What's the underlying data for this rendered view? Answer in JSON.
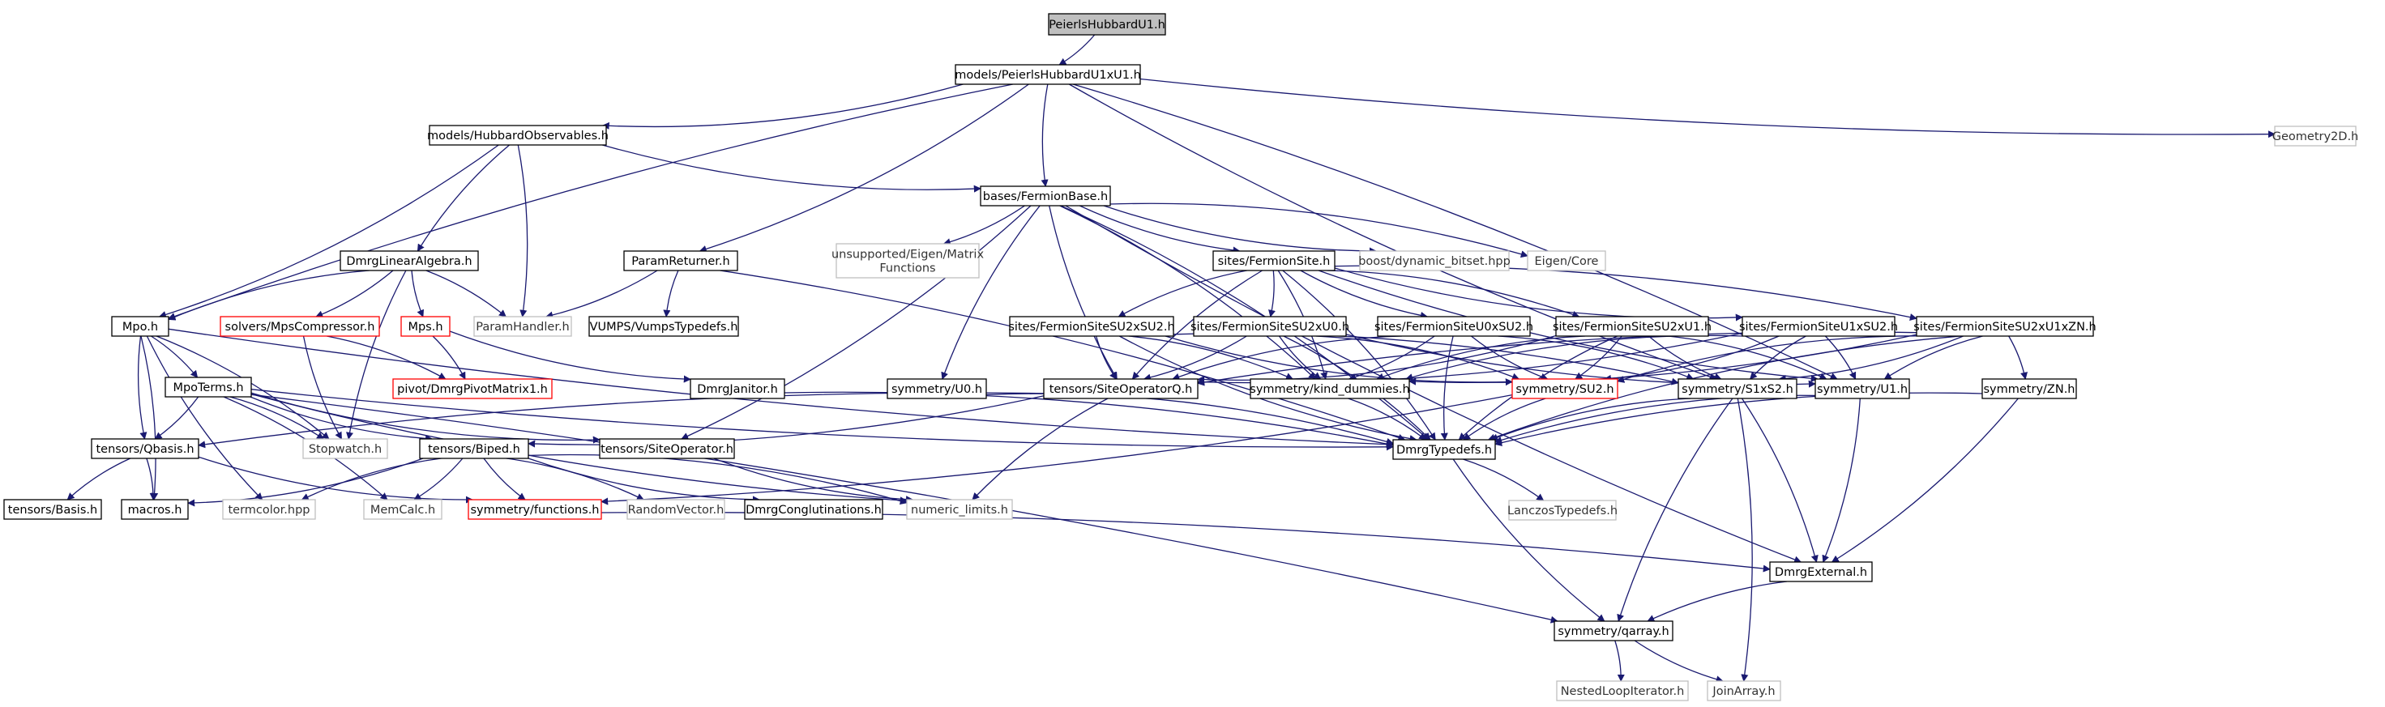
{
  "title": "PeierlsHubbardU1.h",
  "colors": {
    "edge": "#191970",
    "documented_border": "#000000",
    "undocumented_border": "#ff0000",
    "external_border": "#bfbfbf",
    "root_fill": "#bfbfbf"
  },
  "nodes": [
    {
      "id": "root",
      "label": "PeierlsHubbardU1.h",
      "kind": "root"
    },
    {
      "id": "models_peierls",
      "label": "models/PeierlsHubbardU1xU1.h",
      "kind": "doc"
    },
    {
      "id": "geometry2d",
      "label": "Geometry2D.h",
      "kind": "external"
    },
    {
      "id": "hubbard_obs",
      "label": "models/HubbardObservables.h",
      "kind": "doc"
    },
    {
      "id": "fermion_base",
      "label": "bases/FermionBase.h",
      "kind": "doc"
    },
    {
      "id": "unsupported_eigen",
      "label": "unsupported/Eigen/Matrix\nFunctions",
      "kind": "external"
    },
    {
      "id": "param_returner",
      "label": "ParamReturner.h",
      "kind": "doc"
    },
    {
      "id": "sites_fermionsite",
      "label": "sites/FermionSite.h",
      "kind": "doc"
    },
    {
      "id": "boost_bitset",
      "label": "boost/dynamic_bitset.hpp",
      "kind": "external"
    },
    {
      "id": "eigen_core",
      "label": "Eigen/Core",
      "kind": "external"
    },
    {
      "id": "dmrg_linalg",
      "label": "DmrgLinearAlgebra.h",
      "kind": "doc"
    },
    {
      "id": "mpo",
      "label": "Mpo.h",
      "kind": "doc"
    },
    {
      "id": "solvers_mpscomp",
      "label": "solvers/MpsCompressor.h",
      "kind": "undoc"
    },
    {
      "id": "mps",
      "label": "Mps.h",
      "kind": "undoc"
    },
    {
      "id": "param_handler",
      "label": "ParamHandler.h",
      "kind": "external"
    },
    {
      "id": "vumps_typedefs",
      "label": "VUMPS/VumpsTypedefs.h",
      "kind": "doc"
    },
    {
      "id": "sites_su2xsu2",
      "label": "sites/FermionSiteSU2xSU2.h",
      "kind": "doc"
    },
    {
      "id": "sites_su2xu0",
      "label": "sites/FermionSiteSU2xU0.h",
      "kind": "doc"
    },
    {
      "id": "sites_u0xsu2",
      "label": "sites/FermionSiteU0xSU2.h",
      "kind": "doc"
    },
    {
      "id": "sites_su2xu1",
      "label": "sites/FermionSiteSU2xU1.h",
      "kind": "doc"
    },
    {
      "id": "sites_u1xsu2",
      "label": "sites/FermionSiteU1xSU2.h",
      "kind": "doc"
    },
    {
      "id": "sites_su2xu1xzn",
      "label": "sites/FermionSiteSU2xU1xZN.h",
      "kind": "doc"
    },
    {
      "id": "mpoterms",
      "label": "MpoTerms.h",
      "kind": "doc"
    },
    {
      "id": "pivot_matrix",
      "label": "pivot/DmrgPivotMatrix1.h",
      "kind": "undoc"
    },
    {
      "id": "dmrg_janitor",
      "label": "DmrgJanitor.h",
      "kind": "doc"
    },
    {
      "id": "sym_u0",
      "label": "symmetry/U0.h",
      "kind": "doc"
    },
    {
      "id": "site_opq",
      "label": "tensors/SiteOperatorQ.h",
      "kind": "doc"
    },
    {
      "id": "sym_kind",
      "label": "symmetry/kind_dummies.h",
      "kind": "doc"
    },
    {
      "id": "sym_su2",
      "label": "symmetry/SU2.h",
      "kind": "undoc"
    },
    {
      "id": "sym_s1xs2",
      "label": "symmetry/S1xS2.h",
      "kind": "doc"
    },
    {
      "id": "sym_u1",
      "label": "symmetry/U1.h",
      "kind": "doc"
    },
    {
      "id": "sym_zn",
      "label": "symmetry/ZN.h",
      "kind": "doc"
    },
    {
      "id": "qbasis",
      "label": "tensors/Qbasis.h",
      "kind": "doc"
    },
    {
      "id": "stopwatch",
      "label": "Stopwatch.h",
      "kind": "external"
    },
    {
      "id": "biped",
      "label": "tensors/Biped.h",
      "kind": "doc"
    },
    {
      "id": "site_op",
      "label": "tensors/SiteOperator.h",
      "kind": "doc"
    },
    {
      "id": "dmrg_typedefs",
      "label": "DmrgTypedefs.h",
      "kind": "doc"
    },
    {
      "id": "tensors_basis",
      "label": "tensors/Basis.h",
      "kind": "doc"
    },
    {
      "id": "macros",
      "label": "macros.h",
      "kind": "doc"
    },
    {
      "id": "termcolor",
      "label": "termcolor.hpp",
      "kind": "external"
    },
    {
      "id": "memcalc",
      "label": "MemCalc.h",
      "kind": "external"
    },
    {
      "id": "sym_functions",
      "label": "symmetry/functions.h",
      "kind": "undoc"
    },
    {
      "id": "random_vector",
      "label": "RandomVector.h",
      "kind": "external"
    },
    {
      "id": "dmrg_conglut",
      "label": "DmrgConglutinations.h",
      "kind": "doc"
    },
    {
      "id": "numeric_limits",
      "label": "numeric_limits.h",
      "kind": "external"
    },
    {
      "id": "lanczos_typedefs",
      "label": "LanczosTypedefs.h",
      "kind": "external"
    },
    {
      "id": "dmrg_external",
      "label": "DmrgExternal.h",
      "kind": "doc"
    },
    {
      "id": "sym_qarray",
      "label": "symmetry/qarray.h",
      "kind": "doc"
    },
    {
      "id": "nested_loop",
      "label": "NestedLoopIterator.h",
      "kind": "external"
    },
    {
      "id": "join_array",
      "label": "JoinArray.h",
      "kind": "external"
    }
  ],
  "edges": [
    [
      "root",
      "models_peierls"
    ],
    [
      "models_peierls",
      "geometry2d"
    ],
    [
      "models_peierls",
      "hubbard_obs"
    ],
    [
      "models_peierls",
      "fermion_base"
    ],
    [
      "models_peierls",
      "param_returner"
    ],
    [
      "models_peierls",
      "mpo"
    ],
    [
      "models_peierls",
      "sym_u1"
    ],
    [
      "models_peierls",
      "sym_s1xs2"
    ],
    [
      "hubbard_obs",
      "mpo"
    ],
    [
      "hubbard_obs",
      "dmrg_linalg"
    ],
    [
      "hubbard_obs",
      "param_handler"
    ],
    [
      "hubbard_obs",
      "fermion_base"
    ],
    [
      "fermion_base",
      "unsupported_eigen"
    ],
    [
      "fermion_base",
      "boost_bitset"
    ],
    [
      "fermion_base",
      "eigen_core"
    ],
    [
      "fermion_base",
      "sites_fermionsite"
    ],
    [
      "fermion_base",
      "site_op"
    ],
    [
      "fermion_base",
      "site_opq"
    ],
    [
      "fermion_base",
      "sym_kind"
    ],
    [
      "fermion_base",
      "dmrg_external"
    ],
    [
      "fermion_base",
      "dmrg_typedefs"
    ],
    [
      "fermion_base",
      "sym_u0"
    ],
    [
      "param_returner",
      "param_handler"
    ],
    [
      "param_returner",
      "vumps_typedefs"
    ],
    [
      "param_returner",
      "dmrg_typedefs"
    ],
    [
      "sites_fermionsite",
      "sites_su2xsu2"
    ],
    [
      "sites_fermionsite",
      "sites_su2xu0"
    ],
    [
      "sites_fermionsite",
      "sites_u0xsu2"
    ],
    [
      "sites_fermionsite",
      "sites_su2xu1"
    ],
    [
      "sites_fermionsite",
      "sites_u1xsu2"
    ],
    [
      "sites_fermionsite",
      "sites_su2xu1xzn"
    ],
    [
      "sites_fermionsite",
      "site_opq"
    ],
    [
      "sites_fermionsite",
      "sym_kind"
    ],
    [
      "sites_fermionsite",
      "sym_u1"
    ],
    [
      "sites_fermionsite",
      "dmrg_typedefs"
    ],
    [
      "dmrg_linalg",
      "mpo"
    ],
    [
      "dmrg_linalg",
      "solvers_mpscomp"
    ],
    [
      "dmrg_linalg",
      "mps"
    ],
    [
      "dmrg_linalg",
      "param_handler"
    ],
    [
      "dmrg_linalg",
      "stopwatch"
    ],
    [
      "mpo",
      "mpoterms"
    ],
    [
      "mpo",
      "qbasis"
    ],
    [
      "mpo",
      "macros"
    ],
    [
      "mpo",
      "termcolor"
    ],
    [
      "mpo",
      "stopwatch"
    ],
    [
      "mpo",
      "dmrg_typedefs"
    ],
    [
      "solvers_mpscomp",
      "pivot_matrix"
    ],
    [
      "solvers_mpscomp",
      "stopwatch"
    ],
    [
      "mps",
      "pivot_matrix"
    ],
    [
      "mps",
      "dmrg_janitor"
    ],
    [
      "dmrg_janitor",
      "dmrg_typedefs"
    ],
    [
      "sites_su2xsu2",
      "site_opq"
    ],
    [
      "sites_su2xsu2",
      "sym_kind"
    ],
    [
      "sites_su2xsu2",
      "sym_su2"
    ],
    [
      "sites_su2xsu2",
      "sym_s1xs2"
    ],
    [
      "sites_su2xsu2",
      "dmrg_typedefs"
    ],
    [
      "sites_su2xu0",
      "site_opq"
    ],
    [
      "sites_su2xu0",
      "sym_kind"
    ],
    [
      "sites_su2xu0",
      "sym_su2"
    ],
    [
      "sites_su2xu0",
      "sym_u1"
    ],
    [
      "sites_su2xu0",
      "dmrg_typedefs"
    ],
    [
      "sites_u0xsu2",
      "site_opq"
    ],
    [
      "sites_u0xsu2",
      "sym_kind"
    ],
    [
      "sites_u0xsu2",
      "sym_su2"
    ],
    [
      "sites_u0xsu2",
      "sym_s1xs2"
    ],
    [
      "sites_u0xsu2",
      "dmrg_typedefs"
    ],
    [
      "sites_su2xu1",
      "site_opq"
    ],
    [
      "sites_su2xu1",
      "sym_kind"
    ],
    [
      "sites_su2xu1",
      "sym_su2"
    ],
    [
      "sites_su2xu1",
      "sym_s1xs2"
    ],
    [
      "sites_su2xu1",
      "sym_u1"
    ],
    [
      "sites_su2xu1",
      "dmrg_typedefs"
    ],
    [
      "sites_u1xsu2",
      "site_opq"
    ],
    [
      "sites_u1xsu2",
      "sym_kind"
    ],
    [
      "sites_u1xsu2",
      "sym_su2"
    ],
    [
      "sites_u1xsu2",
      "sym_s1xs2"
    ],
    [
      "sites_u1xsu2",
      "sym_u1"
    ],
    [
      "sites_su2xu1xzn",
      "site_opq"
    ],
    [
      "sites_su2xu1xzn",
      "sym_kind"
    ],
    [
      "sites_su2xu1xzn",
      "sym_su2"
    ],
    [
      "sites_su2xu1xzn",
      "sym_s1xs2"
    ],
    [
      "sites_su2xu1xzn",
      "sym_u1"
    ],
    [
      "sites_su2xu1xzn",
      "sym_zn"
    ],
    [
      "sites_su2xu1xzn",
      "dmrg_typedefs"
    ],
    [
      "mpoterms",
      "qbasis"
    ],
    [
      "mpoterms",
      "biped"
    ],
    [
      "mpoterms",
      "stopwatch"
    ],
    [
      "mpoterms",
      "site_op"
    ],
    [
      "mpoterms",
      "memcalc"
    ],
    [
      "mpoterms",
      "numeric_limits"
    ],
    [
      "mpoterms",
      "sym_qarray"
    ],
    [
      "mpoterms",
      "dmrg_typedefs"
    ],
    [
      "sym_u0",
      "dmrg_typedefs"
    ],
    [
      "site_opq",
      "qbasis"
    ],
    [
      "site_opq",
      "biped"
    ],
    [
      "site_opq",
      "numeric_limits"
    ],
    [
      "sym_kind",
      "dmrg_typedefs"
    ],
    [
      "sym_su2",
      "dmrg_typedefs"
    ],
    [
      "sym_su2",
      "sym_functions"
    ],
    [
      "sym_s1xs2",
      "dmrg_typedefs"
    ],
    [
      "sym_s1xs2",
      "dmrg_external"
    ],
    [
      "sym_s1xs2",
      "sym_qarray"
    ],
    [
      "sym_s1xs2",
      "join_array"
    ],
    [
      "sym_u1",
      "dmrg_typedefs"
    ],
    [
      "sym_u1",
      "dmrg_external"
    ],
    [
      "sym_zn",
      "dmrg_typedefs"
    ],
    [
      "sym_zn",
      "dmrg_external"
    ],
    [
      "qbasis",
      "tensors_basis"
    ],
    [
      "qbasis",
      "macros"
    ],
    [
      "qbasis",
      "sym_functions"
    ],
    [
      "biped",
      "macros"
    ],
    [
      "biped",
      "termcolor"
    ],
    [
      "biped",
      "memcalc"
    ],
    [
      "biped",
      "sym_functions"
    ],
    [
      "biped",
      "random_vector"
    ],
    [
      "biped",
      "dmrg_conglut"
    ],
    [
      "biped",
      "numeric_limits"
    ],
    [
      "site_op",
      "numeric_limits"
    ],
    [
      "dmrg_typedefs",
      "lanczos_typedefs"
    ],
    [
      "dmrg_typedefs",
      "sym_qarray"
    ],
    [
      "sym_functions",
      "dmrg_external"
    ],
    [
      "dmrg_external",
      "sym_qarray"
    ],
    [
      "sym_qarray",
      "nested_loop"
    ],
    [
      "sym_qarray",
      "join_array"
    ]
  ]
}
